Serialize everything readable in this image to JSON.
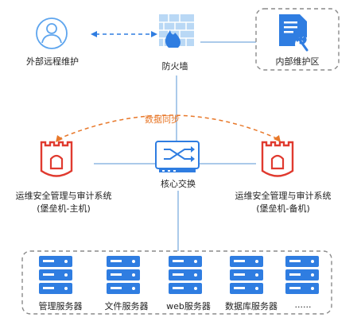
{
  "nodes": {
    "remote": {
      "label": "外部远程维护",
      "icon": "user-icon"
    },
    "firewall": {
      "label": "防火墙",
      "icon": "firewall-icon"
    },
    "internal": {
      "label": "内部维护区",
      "icon": "document-wrench-icon"
    },
    "core": {
      "label": "核心交换",
      "icon": "switch-icon"
    },
    "bastion_main": {
      "line1": "运维安全管理与审计系统",
      "line2": "(堡垒机-主机)",
      "icon": "castle-icon"
    },
    "bastion_backup": {
      "line1": "运维安全管理与审计系统",
      "line2": "(堡垒机-备机)",
      "icon": "castle-icon"
    }
  },
  "sync_label": "数据同步",
  "servers": [
    {
      "label": "管理服务器"
    },
    {
      "label": "文件服务器"
    },
    {
      "label": "web服务器"
    },
    {
      "label": "数据库服务器"
    },
    {
      "label": "......"
    }
  ],
  "colors": {
    "blue": "#2f7de1",
    "light_blue": "#5ea5ee",
    "red": "#e03a2f",
    "orange": "#e8782a",
    "line": "#8fb8e3",
    "dash_border": "#8a8a8a"
  }
}
